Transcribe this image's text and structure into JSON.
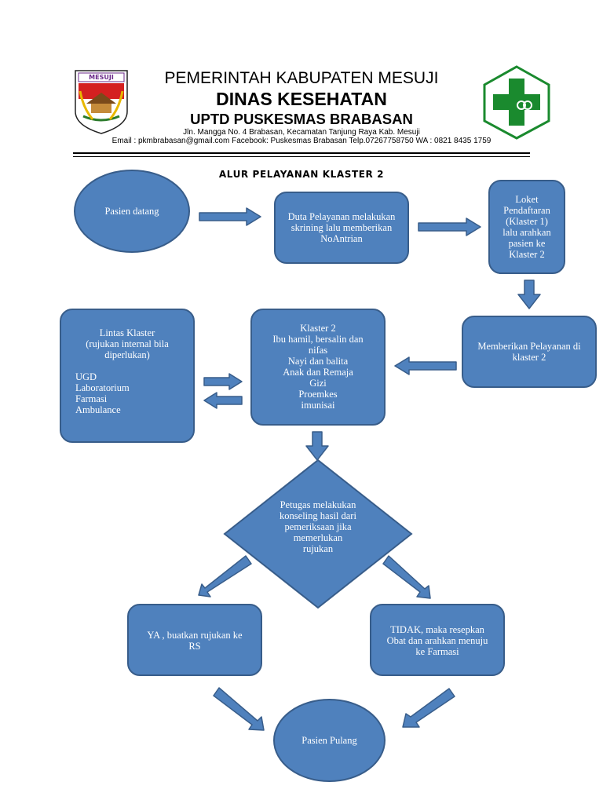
{
  "header": {
    "logo_left_text": "MESUJI",
    "line1": "PEMERINTAH KABUPATEN MESUJI",
    "line2": "DINAS KESEHATAN",
    "line3": "UPTD PUSKESMAS BRABASAN",
    "address": "Jln. Mangga No. 4 Brabasan, Kecamatan Tanjung Raya Kab. Mesuji",
    "contact": "Email : pkmbrabasan@gmail.com Facebook: Puskesmas Brabasan Telp.07267758750  WA : 0821 8435 1759"
  },
  "title": "ALUR PELAYANAN KLASTER 2",
  "nodes": {
    "pasien_datang": "Pasien datang",
    "duta": [
      "Duta Pelayanan melakukan",
      "skrining lalu memberikan",
      "NoAntrian"
    ],
    "loket": [
      "Loket",
      "Pendaftaran",
      "(Klaster 1)",
      "lalu arahkan",
      "pasien ke",
      "Klaster 2"
    ],
    "memberikan": [
      "Memberikan Pelayanan di",
      "klaster 2"
    ],
    "klaster2": [
      "Klaster 2",
      "Ibu hamil, bersalin dan",
      "nifas",
      "Nayi dan balita",
      "Anak dan Remaja",
      "Gizi",
      "Proemkes",
      "imunisai"
    ],
    "lintas_head": [
      "Lintas Klaster",
      "(rujukan internal bila",
      "diperlukan)"
    ],
    "lintas_list": [
      "UGD",
      "Laboratorium",
      "Farmasi",
      "Ambulance"
    ],
    "petugas": [
      "Petugas melakukan",
      "konseling hasil dari",
      "pemeriksaan jika",
      "memerlukan",
      "rujukan"
    ],
    "ya": [
      "YA , buatkan rujukan ke",
      "RS"
    ],
    "tidak": [
      "TIDAK, maka resepkan",
      "Obat dan arahkan menuju",
      "ke Farmasi"
    ],
    "pulang": "Pasien Pulang"
  },
  "colors": {
    "fill": "#4f81bd",
    "stroke": "#385d8a",
    "logo_green": "#1a8a2e"
  },
  "icons": [
    "mesuji-regency-emblem",
    "health-cross-logo"
  ]
}
